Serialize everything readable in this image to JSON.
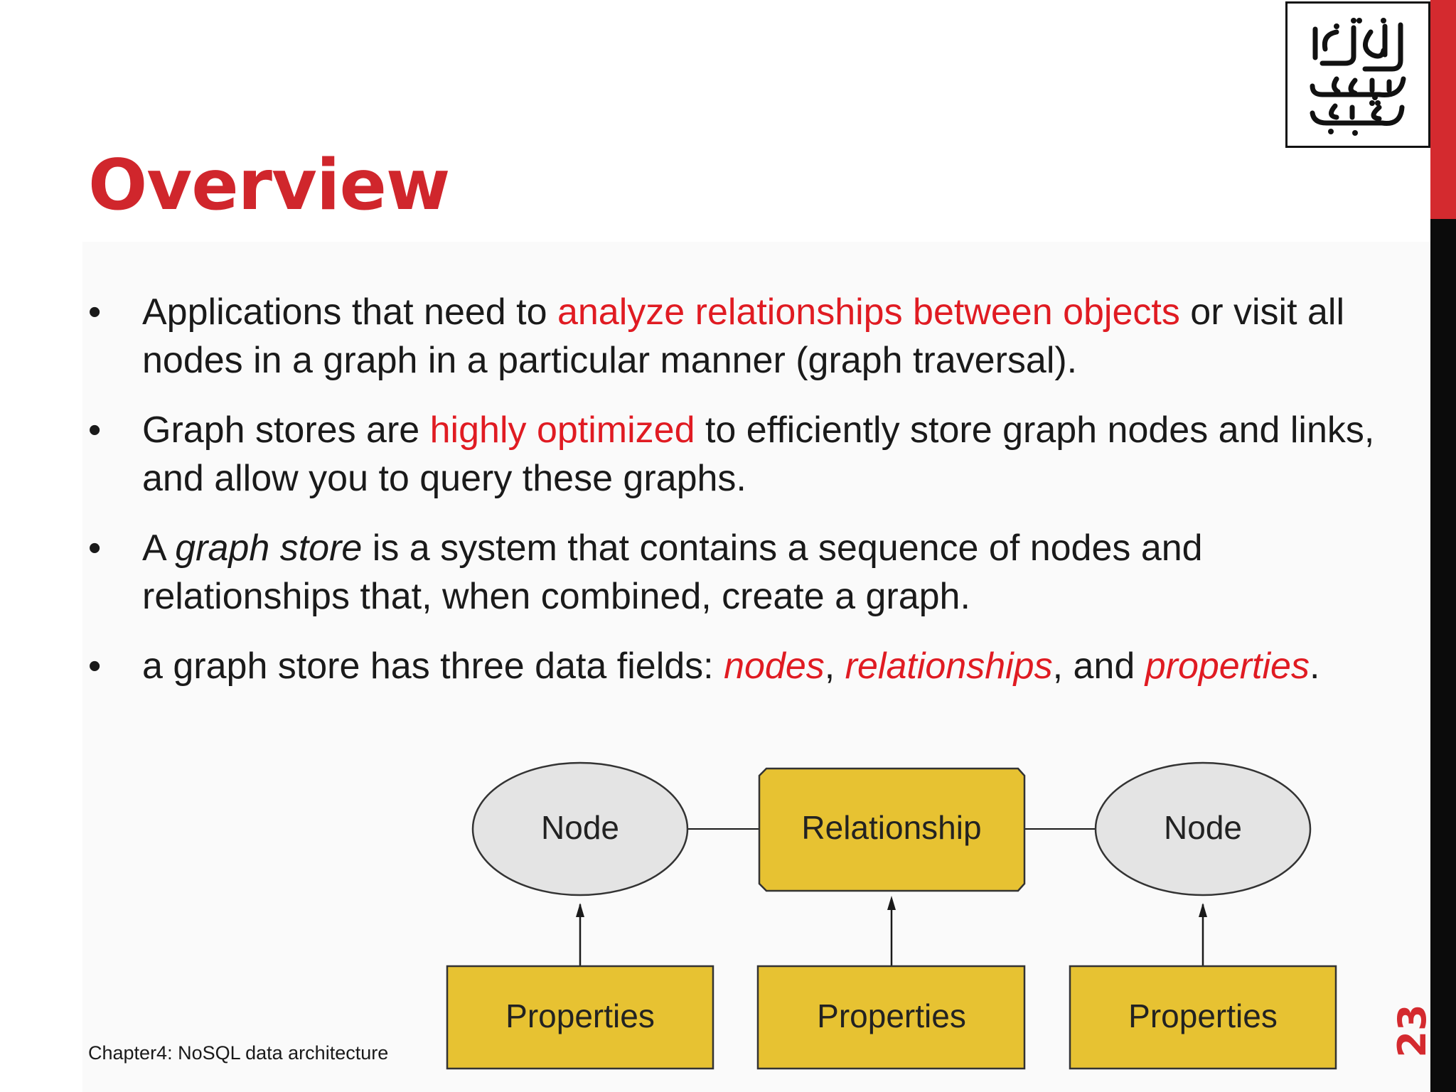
{
  "slide": {
    "title": "Overview",
    "bullets": [
      {
        "runs": [
          {
            "text": "Applications that need to ",
            "style": "normal"
          },
          {
            "text": "analyze relationships between objects",
            "style": "red"
          },
          {
            "text": " or visit all nodes in a graph in a particular manner (graph traversal).",
            "style": "normal"
          }
        ]
      },
      {
        "runs": [
          {
            "text": "Graph stores are ",
            "style": "normal"
          },
          {
            "text": "highly optimized",
            "style": "red"
          },
          {
            "text": " to efficiently store graph nodes and links, and allow you to query these graphs.",
            "style": "normal"
          }
        ]
      },
      {
        "runs": [
          {
            "text": "A ",
            "style": "normal"
          },
          {
            "text": "graph store",
            "style": "italic"
          },
          {
            "text": " is a system that contains a sequence of nodes and relationships that, when combined, create a graph.",
            "style": "normal"
          }
        ]
      },
      {
        "runs": [
          {
            "text": "a graph store has three data fields: ",
            "style": "normal"
          },
          {
            "text": "nodes",
            "style": "red-italic"
          },
          {
            "text": ", ",
            "style": "normal"
          },
          {
            "text": "relationships",
            "style": "red-italic"
          },
          {
            "text": ", and ",
            "style": "normal"
          },
          {
            "text": "properties",
            "style": "red-italic"
          },
          {
            "text": ".",
            "style": "normal"
          }
        ]
      }
    ],
    "bullet_symbol": "•",
    "footer": "Chapter4: NoSQL data architecture",
    "page_number": "23"
  },
  "diagram": {
    "node_left_label": "Node",
    "relationship_label": "Relationship",
    "node_right_label": "Node",
    "properties_labels": [
      "Properties",
      "Properties",
      "Properties"
    ]
  },
  "colors": {
    "title_red": "#d0262c",
    "highlight_red": "#e01b22",
    "box_yellow": "#e7c232",
    "node_gray": "#e4e4e4",
    "bar_red": "#d42a2f",
    "bar_black": "#0b0b0b"
  },
  "logo": {
    "icon": "university-calligraphy-logo"
  }
}
